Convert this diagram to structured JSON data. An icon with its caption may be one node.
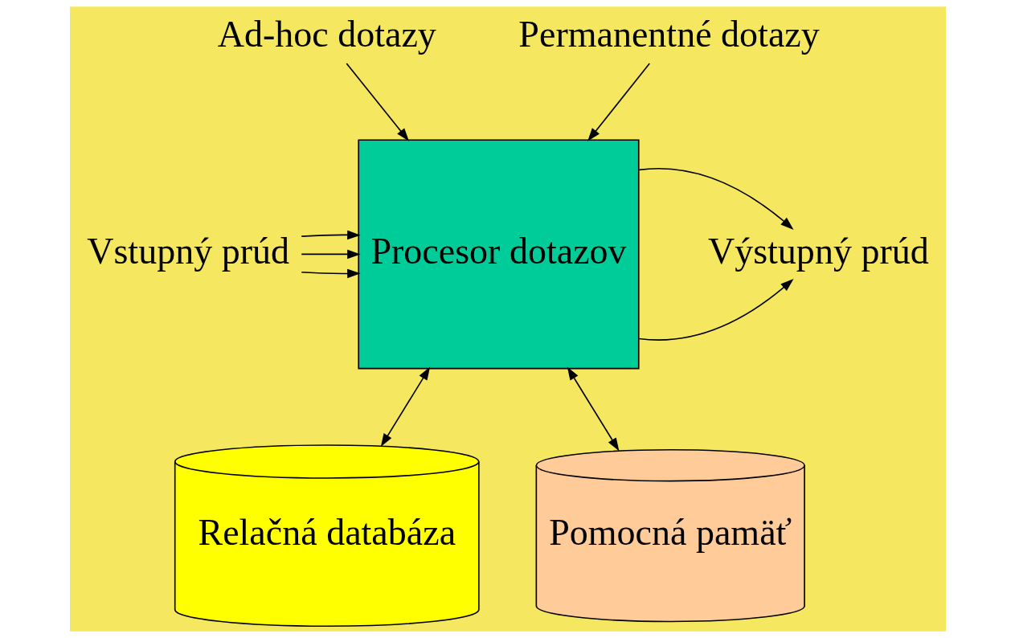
{
  "diagram": {
    "nodes": [
      {
        "text": [
          "Ad-hoc dotazy"
        ]
      },
      {
        "text": [
          "Permanentné dotazy"
        ]
      },
      {
        "text": [
          "Vstupný prúd"
        ]
      },
      {
        "text": [
          "Procesor dotazov"
        ]
      },
      {
        "text": [
          "Výstupný prúd"
        ]
      },
      {
        "text": [
          "Pomocná pamäť"
        ]
      },
      {
        "text": [
          "Relačná databáza"
        ]
      }
    ],
    "edges": [
      {
        "from": 0,
        "to": 3,
        "arrow": "to"
      },
      {
        "from": 1,
        "to": 3,
        "arrow": "to"
      },
      {
        "from": 2,
        "to": 3,
        "arrow": "to"
      },
      {
        "from": 2,
        "to": 3,
        "arrow": "to"
      },
      {
        "from": 2,
        "to": 3,
        "arrow": "to"
      },
      {
        "from": 3,
        "to": 4,
        "arrow": "to"
      },
      {
        "from": 3,
        "to": 4,
        "arrow": "to"
      },
      {
        "from": 5,
        "to": 3,
        "arrow": "both"
      },
      {
        "from": 3,
        "to": 6,
        "arrow": "both"
      }
    ]
  }
}
